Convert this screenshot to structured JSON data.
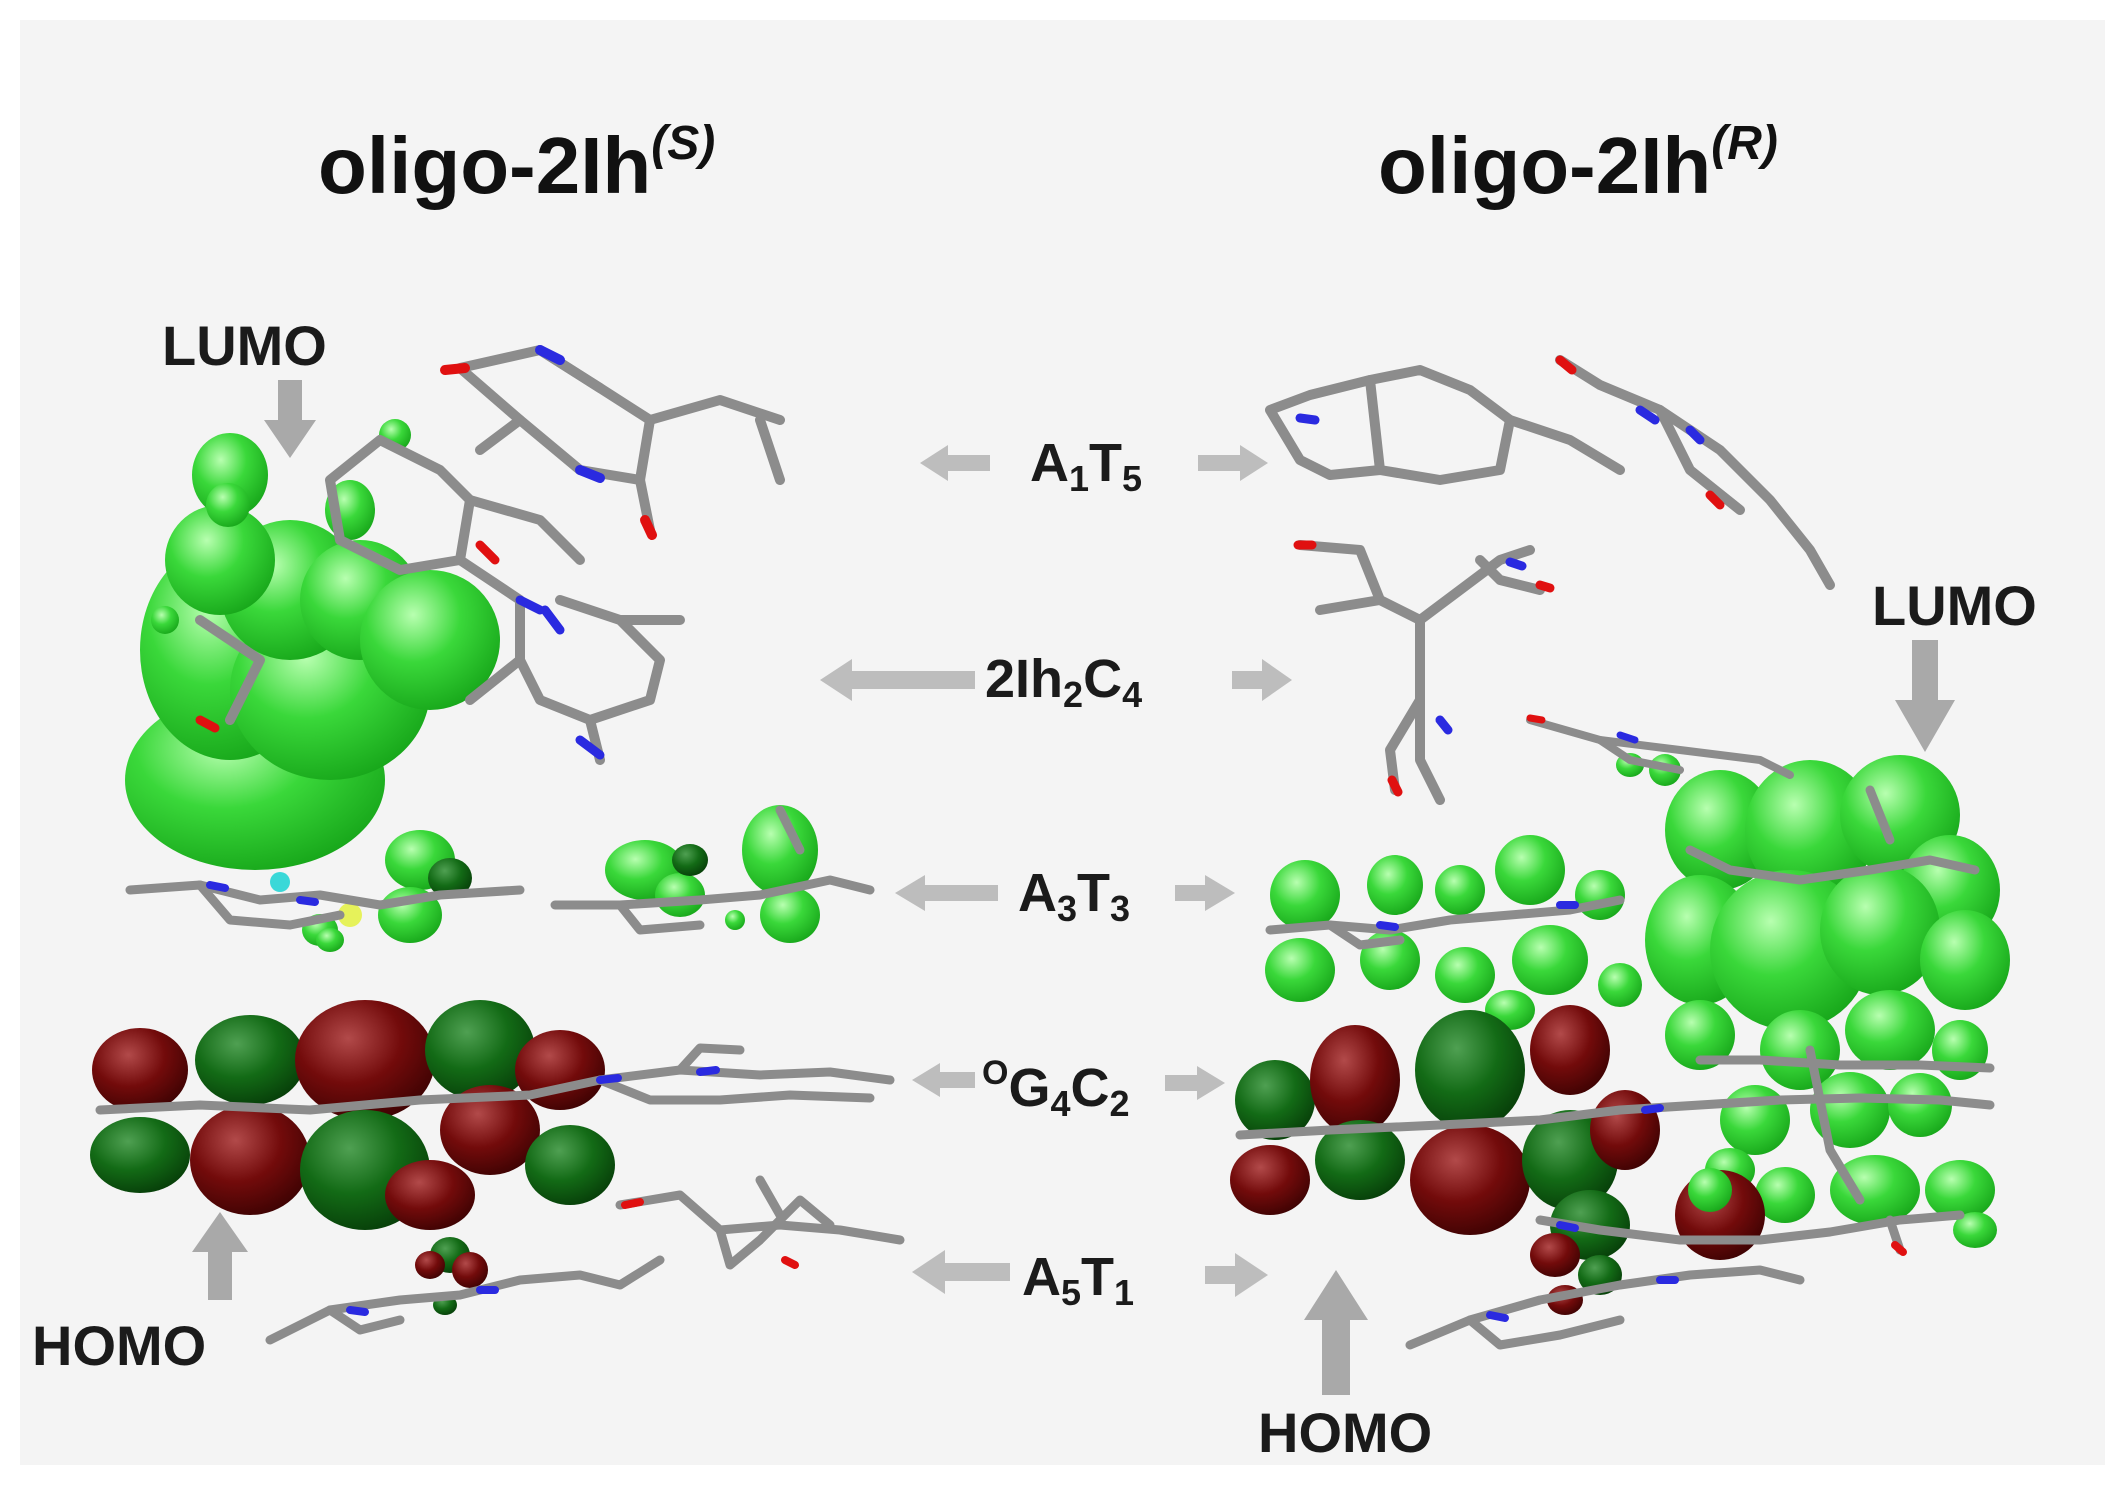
{
  "titles": {
    "left": {
      "base": "oligo-2Ih",
      "sup": "(S)"
    },
    "right": {
      "base": "oligo-2Ih",
      "sup": "(R)"
    }
  },
  "orbital_labels": {
    "left_lumo": "LUMO",
    "left_homo": "HOMO",
    "right_lumo": "LUMO",
    "right_homo": "HOMO"
  },
  "base_pairs": [
    {
      "pre": "",
      "a": "A",
      "a_sub": "1",
      "b": "T",
      "b_sub": "5"
    },
    {
      "pre": "",
      "a": "2Ih",
      "a_sub": "2",
      "b": "C",
      "b_sub": "4"
    },
    {
      "pre": "",
      "a": "A",
      "a_sub": "3",
      "b": "T",
      "b_sub": "3"
    },
    {
      "pre": "O",
      "a": "G",
      "a_sub": "4",
      "b": "C",
      "b_sub": "2"
    },
    {
      "pre": "",
      "a": "A",
      "a_sub": "5",
      "b": "T",
      "b_sub": "1"
    }
  ],
  "colors": {
    "panel": "#f4f4f4",
    "lumo_green": "#3ad83a",
    "homo_dark_green": "#0f6a14",
    "homo_dark_red": "#6b0a0a",
    "arrow_gray": "#bdbdbd",
    "bond_gray": "#8f8f8f",
    "nitrogen_blue": "#2a2ae0",
    "oxygen_red": "#e01010"
  }
}
